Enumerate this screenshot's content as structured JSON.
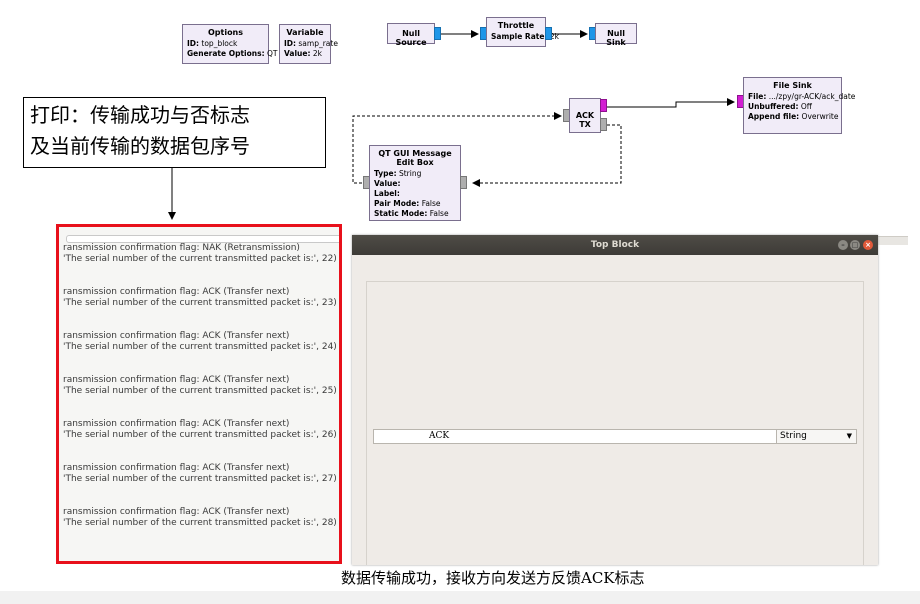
{
  "blocks": {
    "options": {
      "title": "Options",
      "props": [
        {
          "k": "ID:",
          "v": " top_block"
        },
        {
          "k": "Generate Options:",
          "v": " QT GUI"
        }
      ]
    },
    "variable": {
      "title": "Variable",
      "props": [
        {
          "k": "ID:",
          "v": " samp_rate"
        },
        {
          "k": "Value:",
          "v": " 2k"
        }
      ]
    },
    "null_source": {
      "title": "Null Source"
    },
    "throttle": {
      "title": "Throttle",
      "props": [
        {
          "k": "Sample Rate:",
          "v": " 2k"
        }
      ]
    },
    "null_sink": {
      "title": "Null Sink"
    },
    "file_sink": {
      "title": "File Sink",
      "props": [
        {
          "k": "File:",
          "v": " .../zpy/gr-ACK/ack_date"
        },
        {
          "k": "Unbuffered:",
          "v": " Off"
        },
        {
          "k": "Append file:",
          "v": " Overwrite"
        }
      ]
    },
    "ack_tx": {
      "title": "ACK TX"
    },
    "msg_edit": {
      "title": "QT GUI Message Edit Box",
      "props": [
        {
          "k": "Type:",
          "v": " String"
        },
        {
          "k": "Value:",
          "v": ""
        },
        {
          "k": "Label:",
          "v": ""
        },
        {
          "k": "Pair Mode:",
          "v": " False"
        },
        {
          "k": "Static Mode:",
          "v": " False"
        }
      ]
    }
  },
  "callout": {
    "line1": "打印：传输成功与否标志",
    "line2": "及当前传输的数据包序号"
  },
  "console": {
    "entries": [
      {
        "flag": "ransmission confirmation flag: NAK (Retransmission)",
        "serial": "'The serial number of the current transmitted packet is:', 22)"
      },
      {
        "flag": "ransmission confirmation flag: ACK (Transfer next)",
        "serial": "'The serial number of the current transmitted packet is:', 23)"
      },
      {
        "flag": "ransmission confirmation flag: ACK (Transfer next)",
        "serial": "'The serial number of the current transmitted packet is:', 24)"
      },
      {
        "flag": "ransmission confirmation flag: ACK (Transfer next)",
        "serial": "'The serial number of the current transmitted packet is:', 25)"
      },
      {
        "flag": "ransmission confirmation flag: ACK (Transfer next)",
        "serial": "'The serial number of the current transmitted packet is:', 26)"
      },
      {
        "flag": "ransmission confirmation flag: ACK (Transfer next)",
        "serial": "'The serial number of the current transmitted packet is:', 27)"
      },
      {
        "flag": "ransmission confirmation flag: ACK (Transfer next)",
        "serial": "'The serial number of the current transmitted packet is:', 28)"
      }
    ]
  },
  "qt_window": {
    "title": "Top Block",
    "message_value": "ACK",
    "type_selected": "String",
    "buttons": [
      "minimize-icon",
      "maximize-icon",
      "close-icon"
    ]
  },
  "caption": "数据传输成功，接收方向发送方反馈ACK标志",
  "colors": {
    "highlight_border": "#e8101b",
    "port_stream": "#1e96e8",
    "port_message": "#d21ed2",
    "close_button": "#e0593a"
  }
}
